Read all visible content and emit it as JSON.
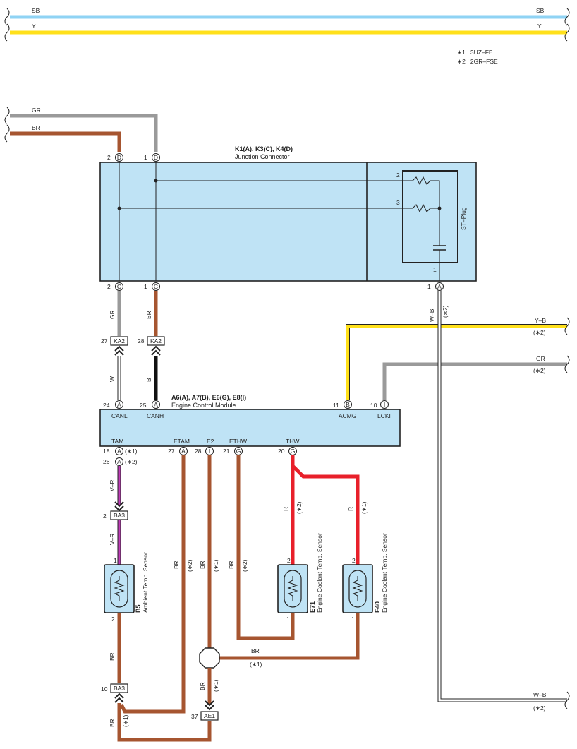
{
  "notes": [
    "∗1 : 3UZ–FE",
    "∗2 : 2GR–FSE"
  ],
  "wires": {
    "sb": "SB",
    "y": "Y",
    "gr": "GR",
    "br": "BR",
    "w": "W",
    "b": "B",
    "vr": "V–R",
    "r": "R",
    "yb": "Y–B",
    "wb": "W–B"
  },
  "variants": {
    "v1": "(∗1)",
    "v2": "(∗2)"
  },
  "junction": {
    "title": "K1(A), K3(C), K4(D)",
    "subtitle": "Junction Connector",
    "stplug": "ST–Plug"
  },
  "ecm": {
    "title": "A6(A), A7(B), E6(G), E8(I)",
    "subtitle": "Engine Control Module",
    "terminals": {
      "canl": "CANL",
      "canh": "CANH",
      "acmg": "ACMG",
      "lcki": "LCKI",
      "tam": "TAM",
      "etam": "ETAM",
      "e2": "E2",
      "ethw": "ETHW",
      "thw": "THW"
    }
  },
  "connectors": {
    "ka2": "KA2",
    "ba3": "BA3",
    "ae1": "AE1"
  },
  "sensors": {
    "b5_code": "B5",
    "b5_name": "Ambient Temp. Sensor",
    "e71_code": "E71",
    "e71_name": "Engine Coolant Temp. Sensor",
    "e40_code": "E40",
    "e40_name": "Engine Coolant Temp. Sensor"
  },
  "pins": {
    "p1": "1",
    "p2": "2",
    "p3": "3",
    "p10": "10",
    "p11": "11",
    "p18": "18",
    "p20": "20",
    "p21": "21",
    "p24": "24",
    "p25": "25",
    "p26": "26",
    "p27": "27",
    "p28": "28",
    "p37": "37",
    "la": "A",
    "lb": "B",
    "lc": "C",
    "ld": "D",
    "lg": "G",
    "li": "I"
  },
  "colors": {
    "sb": "#8fd3f4",
    "y": "#ffe01a",
    "gr": "#9a9a9a",
    "br": "#a65530",
    "r": "#e8202a",
    "vr": "#c03cb8",
    "b": "#111111",
    "box": "#bfe3f5"
  }
}
